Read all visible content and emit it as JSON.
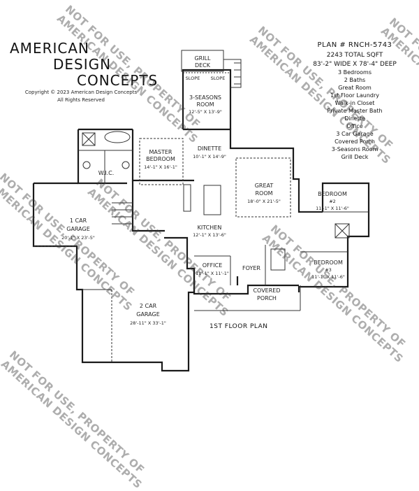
{
  "brand": {
    "line1": "AMERICAN",
    "line2": "DESIGN",
    "line3": "CONCEPTS"
  },
  "copyright": {
    "line1": "Copyright © 2023 American Design Concepts",
    "line2": "All Rights Reserved"
  },
  "plan_info": {
    "plan_number": "PLAN # RNCH-5743",
    "total_sqft": "2243 TOTAL SQFT",
    "dimensions": "83'-2\" WIDE X 78'-4\" DEEP",
    "features": [
      "3 Bedrooms",
      "2 Baths",
      "Great Room",
      "1st Floor Laundry",
      "Walk-in Closet",
      "Private Master Bath",
      "Dinette",
      "Office",
      "3 Car Garage",
      "Covered Porch",
      "3-Seasons Room",
      "Grill Deck"
    ]
  },
  "rooms": {
    "grill_deck": {
      "name1": "GRILL",
      "name2": "DECK"
    },
    "seasons": {
      "name1": "3-SEASONS",
      "name2": "ROOM",
      "dims": "12'-5\" X 13'-9\""
    },
    "master": {
      "name1": "MASTER",
      "name2": "BEDROOM",
      "dims": "14'-1\" X 16'-1\""
    },
    "wic": {
      "name": "W.I.C."
    },
    "dinette": {
      "name": "DINETTE",
      "dims": "10'-1\" X 14'-9\""
    },
    "great_room": {
      "name1": "GREAT",
      "name2": "ROOM",
      "dims": "18'-0\" X 21'-5\""
    },
    "bedroom2": {
      "name": "BEDROOM",
      "num": "#2",
      "dims": "11'-1\" X 11'-6\""
    },
    "bedroom3": {
      "name": "BEDROOM",
      "num": "#3",
      "dims": "11'-1\" X 11'-6\""
    },
    "kitchen": {
      "name": "KITCHEN",
      "dims": "12'-1\" X 13'-6\""
    },
    "garage1": {
      "name1": "1 CAR",
      "name2": "GARAGE",
      "dims": "20'-1\" X 23'-5\""
    },
    "garage2": {
      "name1": "2 CAR",
      "name2": "GARAGE",
      "dims": "28'-11\" X 33'-1\""
    },
    "office": {
      "name": "OFFICE",
      "dims": "11'-1\" X 11'-1\""
    },
    "foyer": {
      "name": "FOYER"
    },
    "porch": {
      "name1": "COVERED",
      "name2": "PORCH"
    }
  },
  "deck_slope_label": "SLOPE",
  "plan_title": "1ST FLOOR PLAN",
  "watermark": {
    "line1": "NOT FOR USE, PROPERTY OF",
    "line2": "AMERICAN DESIGN CONCEPTS"
  }
}
